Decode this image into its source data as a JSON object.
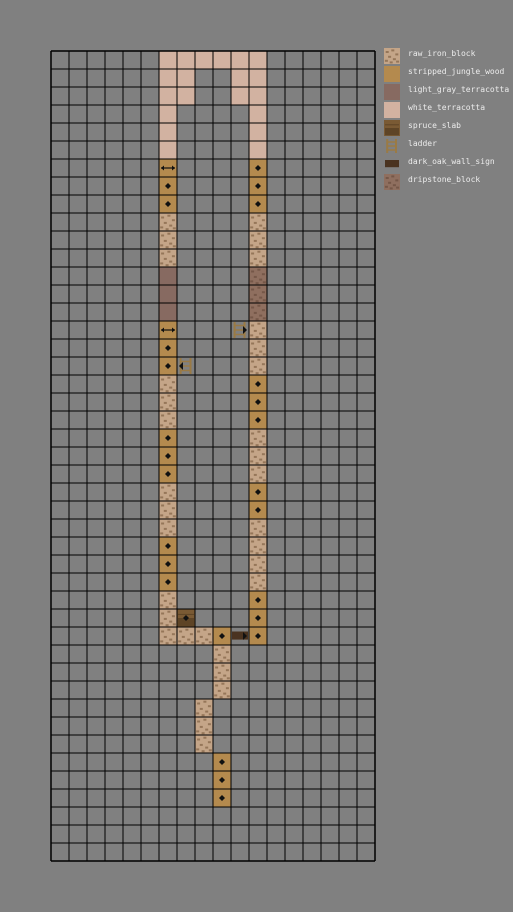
{
  "grid": {
    "cols": 18,
    "rows": 45
  },
  "block_types": {
    "raw_iron_block": {
      "label": "raw_iron_block",
      "color": "#c4a588",
      "pattern": "speckle",
      "speck": "#8a6a4e"
    },
    "stripped_jungle_wood": {
      "label": "stripped_jungle_wood",
      "color": "#b48a4e",
      "pattern": "plain"
    },
    "light_gray_terracotta": {
      "label": "light_gray_terracotta",
      "color": "#876a61",
      "pattern": "plain"
    },
    "white_terracotta": {
      "label": "white_terracotta",
      "color": "#d2b2a1",
      "pattern": "plain"
    },
    "spruce_slab": {
      "label": "spruce_slab",
      "color": "#7a5a34",
      "pattern": "slab"
    },
    "ladder": {
      "label": "ladder",
      "color": "#9a7a45",
      "pattern": "ladder"
    },
    "dark_oak_wall_sign": {
      "label": "dark_oak_wall_sign",
      "color": "#4a3320",
      "pattern": "sign"
    },
    "dripstone_block": {
      "label": "dripstone_block",
      "color": "#8f6f5f",
      "pattern": "speckle",
      "speck": "#6e5142"
    }
  },
  "legend_order": [
    "raw_iron_block",
    "stripped_jungle_wood",
    "light_gray_terracotta",
    "white_terracotta",
    "spruce_slab",
    "ladder",
    "dark_oak_wall_sign",
    "dripstone_block"
  ],
  "blocks": [
    [
      "white_terracotta",
      6,
      0
    ],
    [
      "white_terracotta",
      7,
      0
    ],
    [
      "white_terracotta",
      8,
      0
    ],
    [
      "white_terracotta",
      9,
      0
    ],
    [
      "white_terracotta",
      10,
      0
    ],
    [
      "white_terracotta",
      11,
      0
    ],
    [
      "white_terracotta",
      6,
      1
    ],
    [
      "white_terracotta",
      7,
      1
    ],
    [
      "white_terracotta",
      10,
      1
    ],
    [
      "white_terracotta",
      11,
      1
    ],
    [
      "white_terracotta",
      6,
      2
    ],
    [
      "white_terracotta",
      7,
      2
    ],
    [
      "white_terracotta",
      10,
      2
    ],
    [
      "white_terracotta",
      11,
      2
    ],
    [
      "white_terracotta",
      6,
      3
    ],
    [
      "white_terracotta",
      11,
      3
    ],
    [
      "white_terracotta",
      6,
      4
    ],
    [
      "white_terracotta",
      11,
      4
    ],
    [
      "white_terracotta",
      6,
      5
    ],
    [
      "white_terracotta",
      11,
      5
    ],
    [
      "stripped_jungle_wood",
      6,
      6,
      "arrows"
    ],
    [
      "stripped_jungle_wood",
      11,
      6,
      "dot"
    ],
    [
      "stripped_jungle_wood",
      6,
      7,
      "dot"
    ],
    [
      "stripped_jungle_wood",
      11,
      7,
      "dot"
    ],
    [
      "stripped_jungle_wood",
      6,
      8,
      "dot"
    ],
    [
      "stripped_jungle_wood",
      11,
      8,
      "dot"
    ],
    [
      "raw_iron_block",
      6,
      9
    ],
    [
      "raw_iron_block",
      11,
      9
    ],
    [
      "raw_iron_block",
      6,
      10
    ],
    [
      "raw_iron_block",
      11,
      10
    ],
    [
      "raw_iron_block",
      6,
      11
    ],
    [
      "raw_iron_block",
      11,
      11
    ],
    [
      "light_gray_terracotta",
      6,
      12
    ],
    [
      "dripstone_block",
      11,
      12
    ],
    [
      "light_gray_terracotta",
      6,
      13
    ],
    [
      "dripstone_block",
      11,
      13
    ],
    [
      "light_gray_terracotta",
      6,
      14
    ],
    [
      "dripstone_block",
      11,
      14
    ],
    [
      "stripped_jungle_wood",
      6,
      15,
      "arrows"
    ],
    [
      "ladder",
      10,
      15,
      "arrow-right"
    ],
    [
      "raw_iron_block",
      11,
      15
    ],
    [
      "stripped_jungle_wood",
      6,
      16,
      "dot"
    ],
    [
      "raw_iron_block",
      11,
      16
    ],
    [
      "stripped_jungle_wood",
      6,
      17,
      "dot"
    ],
    [
      "ladder",
      7,
      17,
      "arrow-left"
    ],
    [
      "raw_iron_block",
      11,
      17
    ],
    [
      "raw_iron_block",
      6,
      18
    ],
    [
      "stripped_jungle_wood",
      11,
      18,
      "dot"
    ],
    [
      "raw_iron_block",
      6,
      19
    ],
    [
      "stripped_jungle_wood",
      11,
      19,
      "dot"
    ],
    [
      "raw_iron_block",
      6,
      20
    ],
    [
      "stripped_jungle_wood",
      11,
      20,
      "dot"
    ],
    [
      "stripped_jungle_wood",
      6,
      21,
      "dot"
    ],
    [
      "raw_iron_block",
      11,
      21
    ],
    [
      "stripped_jungle_wood",
      6,
      22,
      "dot"
    ],
    [
      "raw_iron_block",
      11,
      22
    ],
    [
      "stripped_jungle_wood",
      6,
      23,
      "dot"
    ],
    [
      "raw_iron_block",
      11,
      23
    ],
    [
      "raw_iron_block",
      6,
      24
    ],
    [
      "stripped_jungle_wood",
      11,
      24,
      "dot"
    ],
    [
      "raw_iron_block",
      6,
      25
    ],
    [
      "stripped_jungle_wood",
      11,
      25,
      "dot"
    ],
    [
      "raw_iron_block",
      6,
      26
    ],
    [
      "raw_iron_block",
      11,
      26
    ],
    [
      "stripped_jungle_wood",
      6,
      27,
      "dot"
    ],
    [
      "raw_iron_block",
      11,
      27
    ],
    [
      "stripped_jungle_wood",
      6,
      28,
      "dot"
    ],
    [
      "raw_iron_block",
      11,
      28
    ],
    [
      "stripped_jungle_wood",
      6,
      29,
      "dot"
    ],
    [
      "raw_iron_block",
      11,
      29
    ],
    [
      "raw_iron_block",
      6,
      30
    ],
    [
      "stripped_jungle_wood",
      11,
      30,
      "dot"
    ],
    [
      "raw_iron_block",
      6,
      31
    ],
    [
      "spruce_slab",
      7,
      31,
      "dot"
    ],
    [
      "stripped_jungle_wood",
      11,
      31,
      "dot"
    ],
    [
      "raw_iron_block",
      6,
      32
    ],
    [
      "raw_iron_block",
      7,
      32
    ],
    [
      "raw_iron_block",
      8,
      32
    ],
    [
      "stripped_jungle_wood",
      9,
      32,
      "dot"
    ],
    [
      "dark_oak_wall_sign",
      10,
      32,
      "arrow-right"
    ],
    [
      "stripped_jungle_wood",
      11,
      32,
      "dot"
    ],
    [
      "raw_iron_block",
      9,
      33
    ],
    [
      "raw_iron_block",
      9,
      34
    ],
    [
      "raw_iron_block",
      9,
      35
    ],
    [
      "raw_iron_block",
      8,
      36
    ],
    [
      "raw_iron_block",
      8,
      37
    ],
    [
      "raw_iron_block",
      8,
      38
    ],
    [
      "stripped_jungle_wood",
      9,
      39,
      "dot"
    ],
    [
      "stripped_jungle_wood",
      9,
      40,
      "dot"
    ],
    [
      "stripped_jungle_wood",
      9,
      41,
      "dot"
    ]
  ]
}
